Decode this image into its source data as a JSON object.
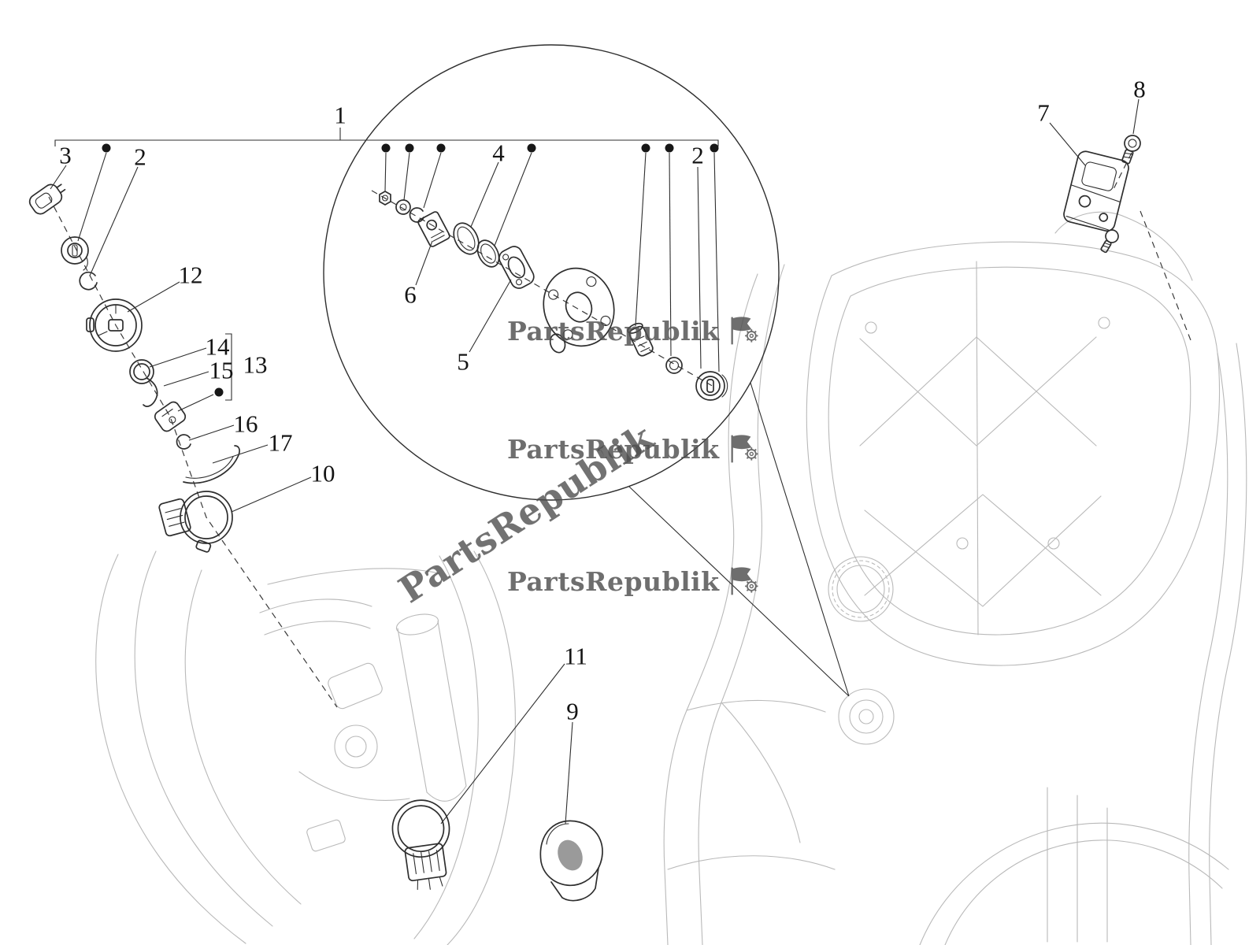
{
  "diagram": {
    "kind": "exploded-parts-diagram",
    "background": "#ffffff",
    "line_color": "#2e2e2e",
    "faint_body_color": "#b9b9b9",
    "callout_dot_color": "#171717"
  },
  "watermark": {
    "text": "PartsRepublik",
    "color": "#4f4f4f"
  },
  "callouts": {
    "c1": "1",
    "c2a": "2",
    "c2b": "2",
    "c3": "3",
    "c4": "4",
    "c5": "5",
    "c6": "6",
    "c7": "7",
    "c8": "8",
    "c9": "9",
    "c10": "10",
    "c11": "11",
    "c12": "12",
    "c13": "13",
    "c14": "14",
    "c15": "15",
    "c16": "16",
    "c17": "17"
  }
}
